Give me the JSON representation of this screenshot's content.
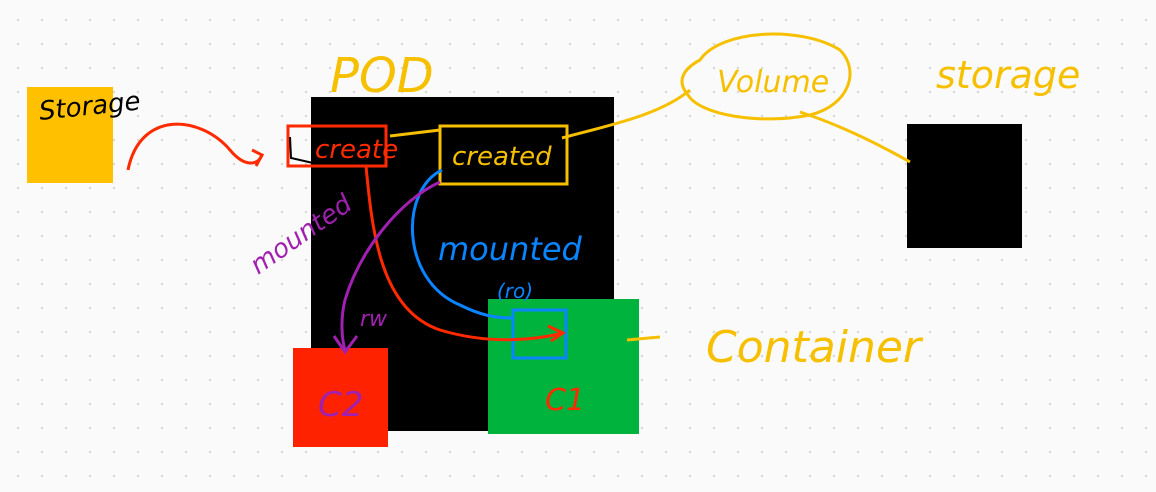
{
  "labels": {
    "pod": "POD",
    "storage_left": "Storage",
    "volume": "Volume",
    "storage_right": "storage",
    "create_red": "create",
    "create_yellow": "created",
    "mounted_blue": "mounted",
    "mounted_purple": "mounted",
    "rw": "rw",
    "ro": "(ro)",
    "container": "Container",
    "c1": "C1",
    "c2": "C2"
  },
  "colors": {
    "background": "#fafafa",
    "storage_box": "#ffc000",
    "pod_box": "#000000",
    "storage_black": "#000000",
    "c1_box": "#00b33c",
    "c2_box": "#ff2200",
    "ink_yellow": "#f6c000",
    "ink_red": "#ff2a00",
    "ink_blue": "#0a84ff",
    "ink_purple": "#a020b0",
    "ink_black": "#000000"
  }
}
